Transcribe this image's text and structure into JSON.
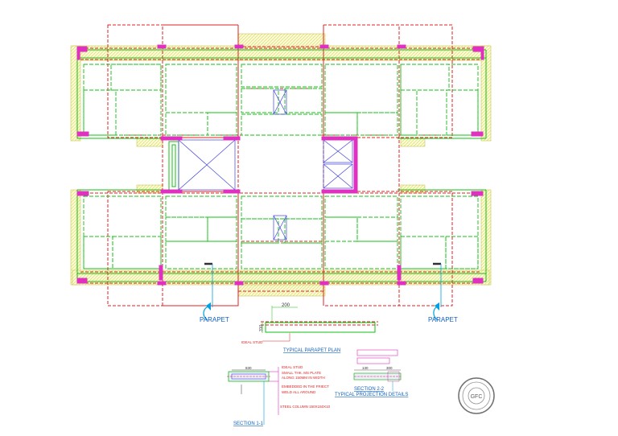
{
  "labels": {
    "parapet_left": "PARAPET",
    "parapet_right": "PARAPET",
    "dim_200": "200",
    "dim_310": "310",
    "ideal_stud": "IDEAL STUD",
    "typical_parapet_plan": "TYPICAL PARAPET PLAN",
    "section_1_1": "SECTION 1-1",
    "section_2_2": "SECTION 2-2",
    "typical_projection_details": "TYPICAL PROJECTION DETAILS",
    "dim_830": "830",
    "dim_130": "130",
    "dim_300": "300",
    "note_1": "IDEAL STUD",
    "note_2": "SMALL THK. MS PLATE",
    "note_3": "ALONG 150MM IN WIDTH",
    "note_4": "EMBEDDED IN THE FRIECT",
    "note_5": "WELD ALL AROUND",
    "steel_column": "STEEL COLUMN 150X150X10",
    "proj_box_1": "",
    "proj_box_2": "",
    "proj_note_right": "",
    "stamp_text": "GFC"
  },
  "colors": {
    "red_dash": "#e02020",
    "green": "#10c010",
    "magenta": "#e030c0",
    "blue": "#4040e0",
    "hatch": "#e8e860",
    "cyan": "#00a0e0",
    "dark": "#303030"
  }
}
